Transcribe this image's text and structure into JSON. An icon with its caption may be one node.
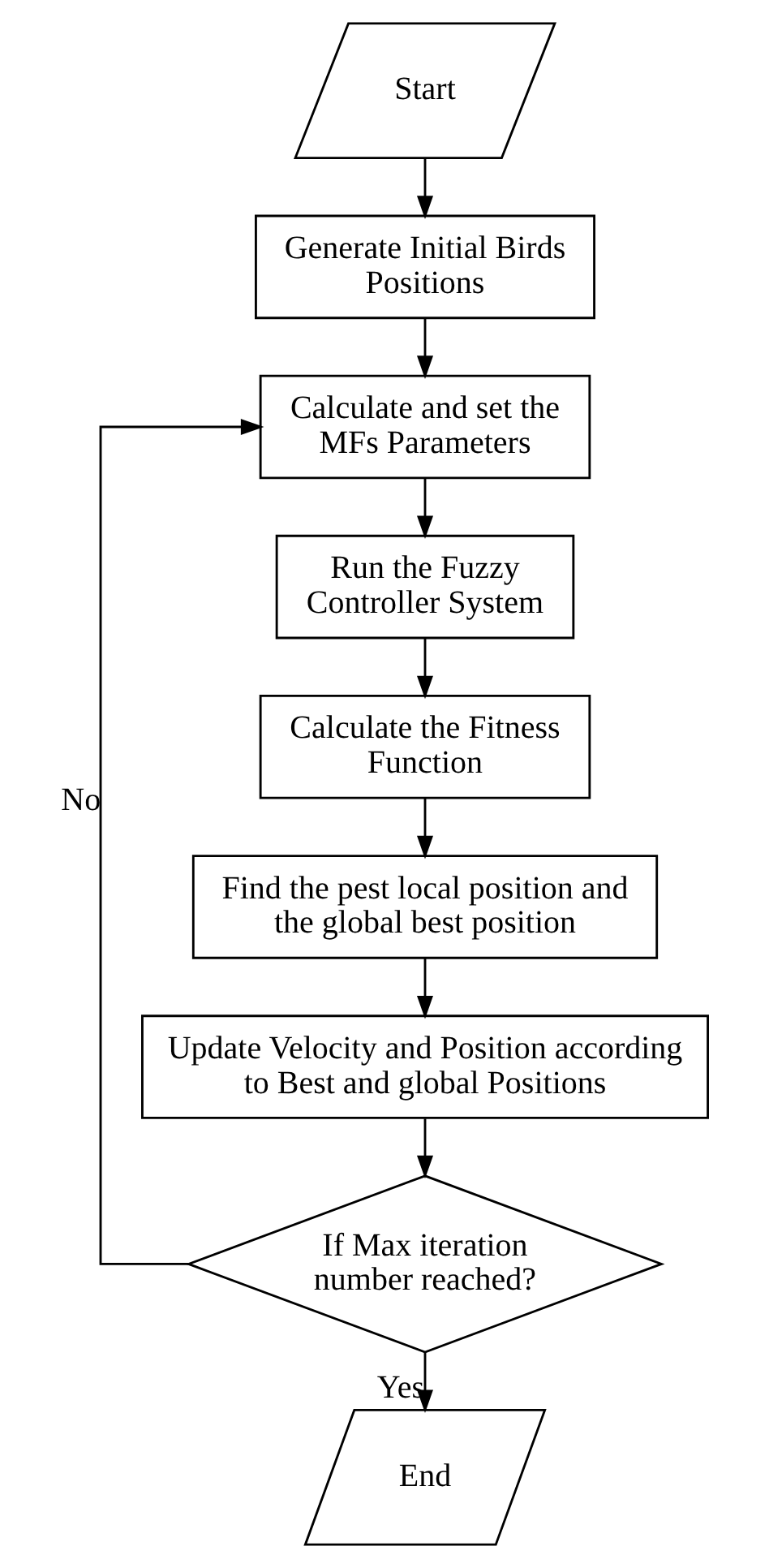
{
  "diagram": {
    "nodes": [
      {
        "text": [
          "Start"
        ]
      },
      {
        "text": [
          "Generate Initial Birds Positions"
        ]
      },
      {
        "text": [
          "Calculate and set the MFs Parameters"
        ]
      },
      {
        "text": [
          "Run the Fuzzy Controller System"
        ]
      },
      {
        "text": [
          "Calculate the Fitness Function"
        ]
      },
      {
        "text": [
          "Find the pest local position and the global best position"
        ]
      },
      {
        "text": [
          "Update Velocity and Position according to Best and global Positions"
        ]
      },
      {
        "text": [
          "If Max iteration number reached?"
        ]
      },
      {
        "text": [
          "End"
        ]
      }
    ],
    "edges": [
      {
        "from": 0,
        "to": 1,
        "arrow": "to"
      },
      {
        "from": 1,
        "to": 2,
        "arrow": "to"
      },
      {
        "from": 2,
        "to": 3,
        "arrow": "to"
      },
      {
        "from": 3,
        "to": 4,
        "arrow": "to"
      },
      {
        "from": 4,
        "to": 5,
        "arrow": "to"
      },
      {
        "from": 5,
        "to": 6,
        "arrow": "to"
      },
      {
        "from": 6,
        "to": 7,
        "arrow": "to"
      },
      {
        "from": 7,
        "to": 2,
        "arrow": "to",
        "label": "No"
      },
      {
        "from": 7,
        "to": 8,
        "arrow": "to",
        "label": "Yes"
      }
    ]
  }
}
